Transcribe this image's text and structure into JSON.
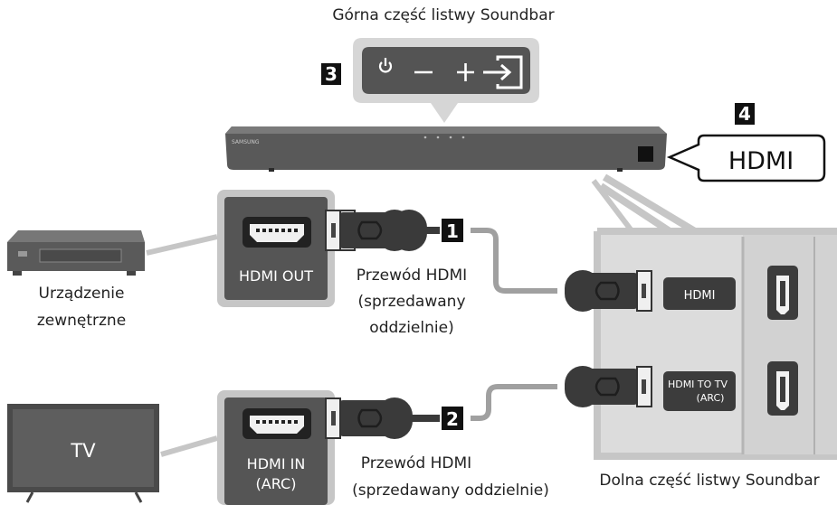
{
  "title_top": "Górna część listwy Soundbar",
  "title_bottom": "Dolna część listwy Soundbar",
  "callouts": {
    "top_panel_marker": "3",
    "hdmi_marker": "4",
    "cable1_marker": "1",
    "cable2_marker": "2"
  },
  "hdmi_badge": "HDMI",
  "soundbar_brand": "SAMSUNG",
  "external_device": {
    "port_label": "HDMI OUT",
    "caption_line1": "Urządzenie",
    "caption_line2": "zewnętrzne"
  },
  "tv": {
    "screen_label": "TV",
    "port_label_line1": "HDMI IN",
    "port_label_line2": "(ARC)"
  },
  "cable1_caption": {
    "line1": "Przewód HDMI",
    "line2": "(sprzedawany",
    "line3": "oddzielnie)"
  },
  "cable2_caption": {
    "line1": "Przewód HDMI",
    "line2": "(sprzedawany oddzielnie)"
  },
  "soundbar_ports": {
    "port1_label": "HDMI",
    "port2_label_line1": "HDMI TO TV",
    "port2_label_line2": "(ARC)"
  },
  "colors": {
    "dark": "#555555",
    "cable": "#3a3a3a",
    "line": "#9a9a9a",
    "panel": "#dcdcdc"
  }
}
